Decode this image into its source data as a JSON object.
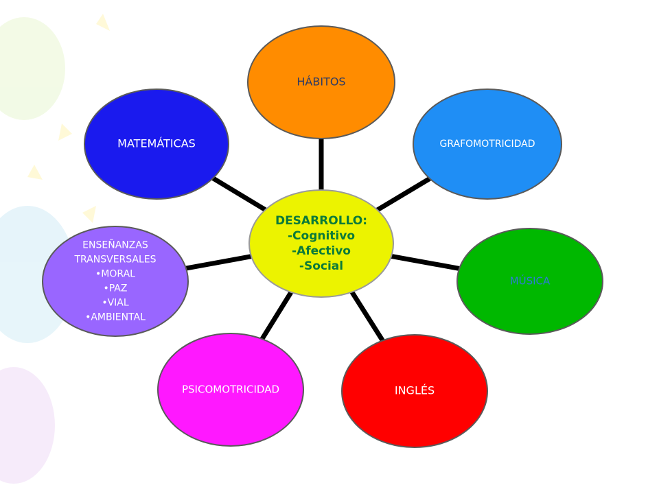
{
  "center": {
    "lines": [
      "DESARROLLO:",
      "-Cognitivo",
      "-Afectivo",
      "-Social"
    ],
    "fill": "#ecf300",
    "text_color": "#0b7a3a"
  },
  "nodes": [
    {
      "id": "habitos",
      "lines": [
        "HÁBITOS"
      ],
      "fill": "#ff8c00",
      "text_color": "#2b3a66"
    },
    {
      "id": "grafomotricidad",
      "lines": [
        "GRAFOMOTRICIDAD"
      ],
      "fill": "#1f8ef5",
      "text_color": "#ffffff"
    },
    {
      "id": "musica",
      "lines": [
        "MÚSICA"
      ],
      "fill": "#00b800",
      "text_color": "#2e7bd6"
    },
    {
      "id": "ingles",
      "lines": [
        "INGLÉS"
      ],
      "fill": "#ff0000",
      "text_color": "#ffffff"
    },
    {
      "id": "psicomotricidad",
      "lines": [
        "PSICOMOTRICIDAD"
      ],
      "fill": "#ff18ff",
      "text_color": "#ffffff"
    },
    {
      "id": "ensenanzas",
      "lines": [
        "ENSEÑANZAS",
        "TRANSVERSALES",
        "•MORAL",
        "•PAZ",
        "•VIAL",
        "•AMBIENTAL"
      ],
      "fill": "#9966ff",
      "text_color": "#ffffff"
    },
    {
      "id": "matematicas",
      "lines": [
        "MATEMÁTICAS"
      ],
      "fill": "#1a1aee",
      "text_color": "#ffffff"
    }
  ],
  "connector_color": "#000000"
}
